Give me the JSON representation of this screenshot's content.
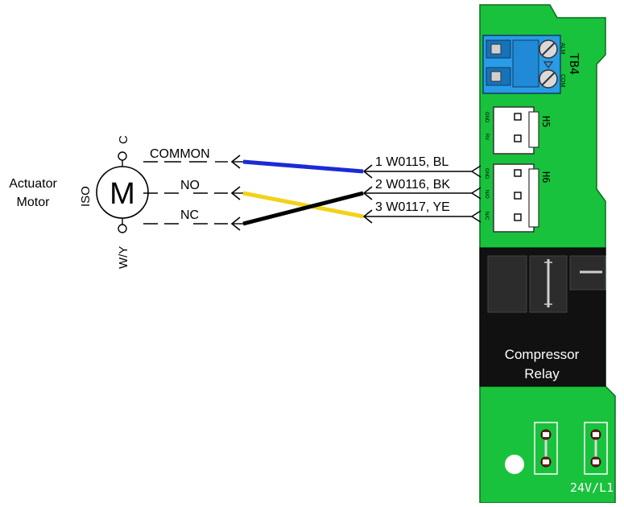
{
  "motor": {
    "label_line1": "Actuator",
    "label_line2": "Motor",
    "symbol": "M",
    "pin_c": "C",
    "pin_iso": "ISO",
    "pin_wy": "W/Y"
  },
  "terminals": {
    "common": "COMMON",
    "no": "NO",
    "nc": "NC"
  },
  "wires": [
    {
      "label": "1 W0115, BL",
      "color": "#1a2bd6",
      "from": "COMMON",
      "to": "H6 pin 1"
    },
    {
      "label": "2 W0116, BK",
      "color": "#000000",
      "from": "NC",
      "to": "H6 pin 2"
    },
    {
      "label": "3 W0117, YE",
      "color": "#f2d21a",
      "from": "NO",
      "to": "H6 pin 3"
    }
  ],
  "board": {
    "color": "#19c23c",
    "tb4": {
      "label": "TB4",
      "pin1": "ALM",
      "pin2": "COM",
      "color": "#2a9be6"
    },
    "h5": {
      "label": "H5",
      "pins": [
        "GND",
        "RV"
      ]
    },
    "h6": {
      "label": "H6",
      "pins": [
        "GND",
        "N/O",
        "N/C"
      ]
    },
    "relay": {
      "line1": "Compressor",
      "line2": "Relay"
    },
    "fuse_label": "24V/L1"
  }
}
